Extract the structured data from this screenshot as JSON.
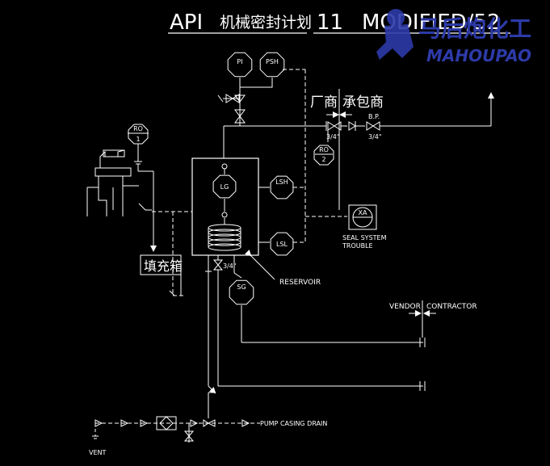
{
  "title": {
    "prefix": "API",
    "cn": "机械密封计划",
    "plan_number": "11",
    "modified": "MODIFIED/52"
  },
  "watermark": {
    "cn": "马后炮化工",
    "en": "MAHOUPAO",
    "color": "#2d3aa8"
  },
  "instruments": {
    "pi": "PI",
    "psh": "PSH",
    "ro1_top": "RO",
    "ro1_bottom": "1",
    "ro2_top": "RO",
    "ro2_bottom": "2",
    "lg": "LG",
    "lsh": "LSH",
    "lsl": "LSL",
    "sg": "SG",
    "xa": "XA"
  },
  "labels": {
    "vendor_cn": "厂商",
    "contractor_cn": "承包商",
    "bp": "B.P.",
    "size_a": "3/4\"",
    "size_b": "3/4\"",
    "size_c": "3/4\"",
    "seal_line1": "SEAL SYSTEM",
    "seal_line2": "TROUBLE",
    "gland_box": "填充箱",
    "reservoir": "RESERVOIR",
    "vendor": "VENDOR",
    "contractor": "CONTRACTOR",
    "pump_drain": "PUMP CASING DRAIN",
    "vent": "VENT"
  }
}
